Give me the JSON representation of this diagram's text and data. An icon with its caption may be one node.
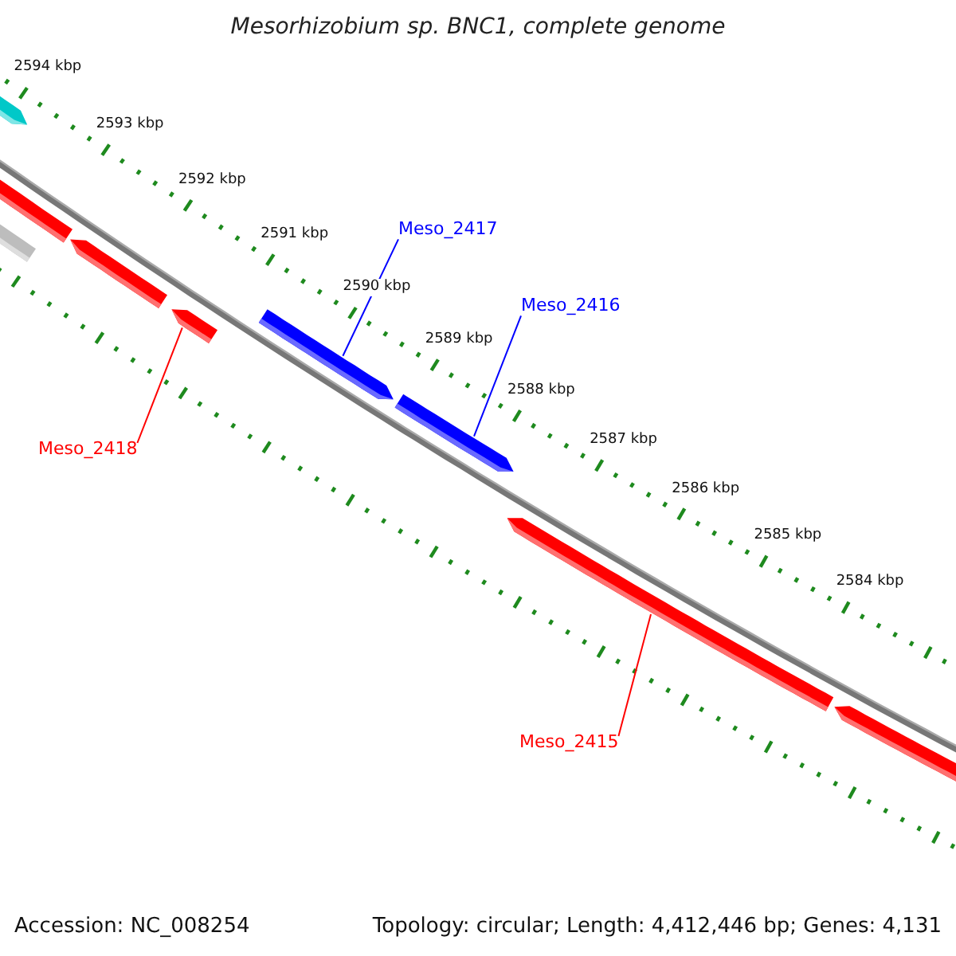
{
  "diagram": {
    "title": "Mesorhizobium sp. BNC1, complete genome",
    "nodes": [
      {
        "text": [],
        "shape": "bar"
      },
      {
        "text": [],
        "shape": "bar"
      },
      {
        "text": [],
        "shape": "bar"
      },
      {
        "text": [],
        "shape": "bar"
      },
      {
        "text": [],
        "shape": "bar"
      },
      {
        "text": [],
        "shape": "bar"
      },
      {
        "text": [],
        "shape": "bar"
      },
      {
        "text": [],
        "shape": "bar"
      },
      {
        "text": [],
        "shape": "bar"
      },
      {
        "text": [
          "Meso_2417"
        ]
      },
      {
        "text": [
          "Meso_2416"
        ]
      },
      {
        "text": [
          "Meso_2418"
        ]
      },
      {
        "text": [
          "Meso_2415"
        ]
      }
    ],
    "edges": [
      {
        "from": 9,
        "to": 5,
        "arrow": "none",
        "color": "#0000ff"
      },
      {
        "from": 10,
        "to": 6,
        "arrow": "none",
        "color": "#0000ff"
      },
      {
        "from": 11,
        "to": 4,
        "arrow": "none",
        "color": "#ff0000"
      },
      {
        "from": 12,
        "to": 7,
        "arrow": "none",
        "color": "#ff0000"
      }
    ],
    "labels": [
      "2594 kbp",
      "2593 kbp",
      "2592 kbp",
      "2591 kbp",
      "2590 kbp",
      "2589 kbp",
      "2588 kbp",
      "2587 kbp",
      "2586 kbp",
      "2585 kbp",
      "2584 kbp",
      "Accession: NC_008254",
      "Topology: circular; Length: 4,412,446 bp; Genes: 4,131"
    ]
  }
}
